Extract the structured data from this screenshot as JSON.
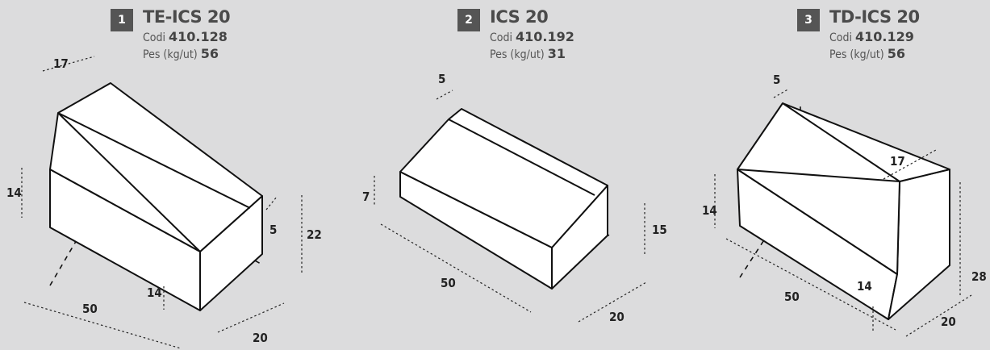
{
  "colors": {
    "background": "#dcdcdd",
    "badge": "#555555",
    "line": "#111111"
  },
  "code_label": "Codi",
  "weight_label": "Pes (kg/ut)",
  "products": [
    {
      "number": "1",
      "title": "TE-ICS 20",
      "code": "410.128",
      "weight": "56",
      "dims": {
        "depth": "17",
        "h_left": "14",
        "step": "5",
        "h_right": "22",
        "length": "50",
        "width": "20",
        "h_inner": "14"
      }
    },
    {
      "number": "2",
      "title": "ICS 20",
      "code": "410.192",
      "weight": "31",
      "dims": {
        "top": "5",
        "h_left": "7",
        "h_right": "15",
        "length": "50",
        "width": "20"
      }
    },
    {
      "number": "3",
      "title": "TD-ICS 20",
      "code": "410.129",
      "weight": "56",
      "dims": {
        "top": "5",
        "mid": "17",
        "h_left": "14",
        "h_right": "28",
        "length": "50",
        "h_inner": "14",
        "width": "20"
      }
    }
  ]
}
